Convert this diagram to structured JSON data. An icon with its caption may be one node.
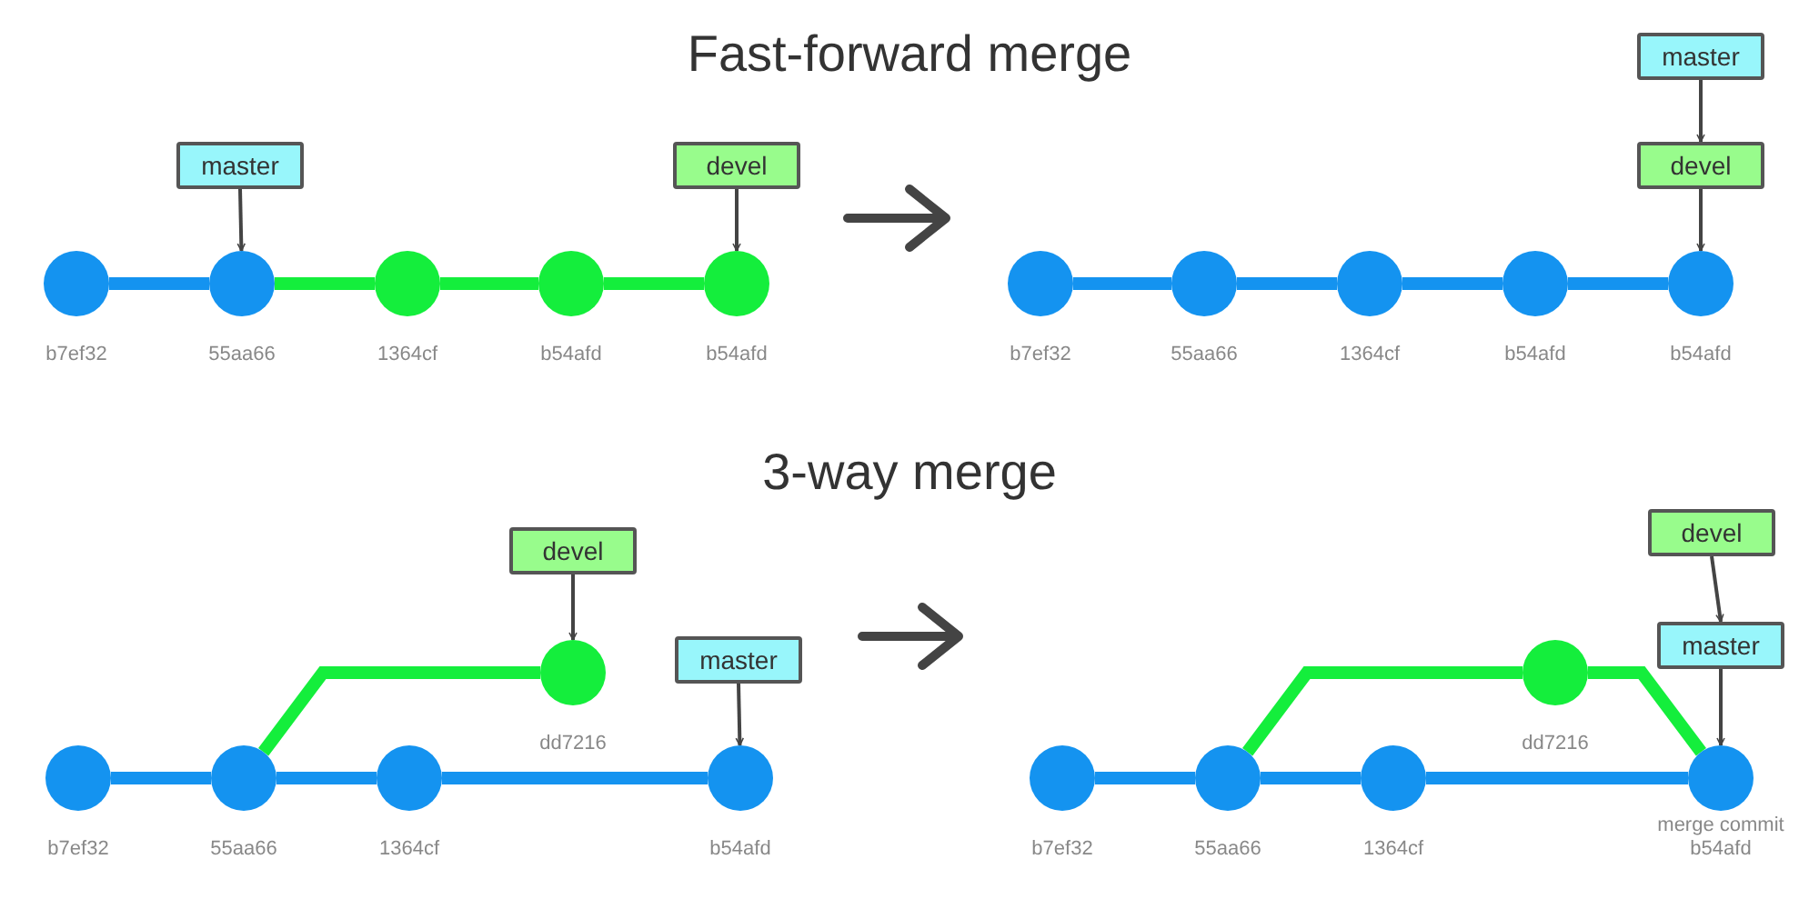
{
  "diagram": {
    "nodes": [
      {
        "text": [
          "master"
        ]
      },
      {
        "text": [
          "devel"
        ]
      },
      {
        "text": [],
        "shape": "circle",
        "beside": [
          "b7ef32"
        ]
      },
      {
        "text": [],
        "shape": "circle",
        "beside": [
          "55aa66"
        ]
      },
      {
        "text": [],
        "shape": "circle",
        "beside": [
          "1364cf"
        ]
      },
      {
        "text": [],
        "shape": "circle",
        "beside": [
          "b54afd"
        ]
      },
      {
        "text": [],
        "shape": "circle",
        "beside": [
          "b54afd"
        ]
      },
      {
        "text": [
          "master"
        ]
      },
      {
        "text": [
          "devel"
        ]
      },
      {
        "text": [],
        "shape": "circle",
        "beside": [
          "b7ef32"
        ]
      },
      {
        "text": [],
        "shape": "circle",
        "beside": [
          "55aa66"
        ]
      },
      {
        "text": [],
        "shape": "circle",
        "beside": [
          "1364cf"
        ]
      },
      {
        "text": [],
        "shape": "circle",
        "beside": [
          "b54afd"
        ]
      },
      {
        "text": [],
        "shape": "circle",
        "beside": [
          "b54afd"
        ]
      },
      {
        "text": [
          "devel"
        ]
      },
      {
        "text": [
          "master"
        ]
      },
      {
        "text": [],
        "shape": "circle",
        "beside": [
          "dd7216"
        ]
      },
      {
        "text": [],
        "shape": "circle",
        "beside": [
          "b7ef32"
        ]
      },
      {
        "text": [],
        "shape": "circle",
        "beside": [
          "55aa66"
        ]
      },
      {
        "text": [],
        "shape": "circle",
        "beside": [
          "1364cf"
        ]
      },
      {
        "text": [],
        "shape": "circle",
        "beside": [
          "b54afd"
        ]
      },
      {
        "text": [
          "devel"
        ]
      },
      {
        "text": [
          "master"
        ]
      },
      {
        "text": [],
        "shape": "circle",
        "beside": [
          "dd7216"
        ]
      },
      {
        "text": [],
        "shape": "circle",
        "beside": [
          "b7ef32"
        ]
      },
      {
        "text": [],
        "shape": "circle",
        "beside": [
          "55aa66"
        ]
      },
      {
        "text": [],
        "shape": "circle",
        "beside": [
          "1364cf"
        ]
      },
      {
        "text": [],
        "shape": "circle",
        "beside": [
          "merge commit",
          "b54afd"
        ]
      }
    ],
    "edges": [
      {
        "from": 0,
        "to": 3,
        "arrow": "to",
        "color": "#444444"
      },
      {
        "from": 1,
        "to": 6,
        "arrow": "to",
        "color": "#444444"
      },
      {
        "from": 2,
        "to": 3,
        "arrow": "none"
      },
      {
        "from": 3,
        "to": 4,
        "arrow": "none",
        "color": "#14ee3c"
      },
      {
        "from": 4,
        "to": 5,
        "arrow": "none",
        "color": "#14ee3c"
      },
      {
        "from": 5,
        "to": 6,
        "arrow": "none",
        "color": "#14ee3c"
      },
      {
        "from": 7,
        "to": 8,
        "arrow": "to",
        "color": "#444444"
      },
      {
        "from": 8,
        "to": 13,
        "arrow": "to",
        "color": "#444444"
      },
      {
        "from": 9,
        "to": 10,
        "arrow": "none"
      },
      {
        "from": 10,
        "to": 11,
        "arrow": "none"
      },
      {
        "from": 11,
        "to": 12,
        "arrow": "none"
      },
      {
        "from": 12,
        "to": 13,
        "arrow": "none"
      },
      {
        "from": 14,
        "to": 16,
        "arrow": "to",
        "color": "#444444"
      },
      {
        "from": 15,
        "to": 20,
        "arrow": "to",
        "color": "#444444"
      },
      {
        "from": 17,
        "to": 18,
        "arrow": "none"
      },
      {
        "from": 18,
        "to": 16,
        "arrow": "none",
        "color": "#14ee3c"
      },
      {
        "from": 18,
        "to": 19,
        "arrow": "none"
      },
      {
        "from": 19,
        "to": 20,
        "arrow": "none"
      },
      {
        "from": 21,
        "to": 22,
        "arrow": "to",
        "color": "#444444"
      },
      {
        "from": 22,
        "to": 27,
        "arrow": "to",
        "color": "#444444"
      },
      {
        "from": 24,
        "to": 25,
        "arrow": "none"
      },
      {
        "from": 25,
        "to": 23,
        "arrow": "none",
        "color": "#14ee3c"
      },
      {
        "from": 23,
        "to": 27,
        "arrow": "none",
        "color": "#14ee3c"
      },
      {
        "from": 25,
        "to": 26,
        "arrow": "none"
      },
      {
        "from": 26,
        "to": 27,
        "arrow": "none"
      }
    ],
    "labels": [
      "Fast-forward merge",
      "3-way merge"
    ]
  }
}
